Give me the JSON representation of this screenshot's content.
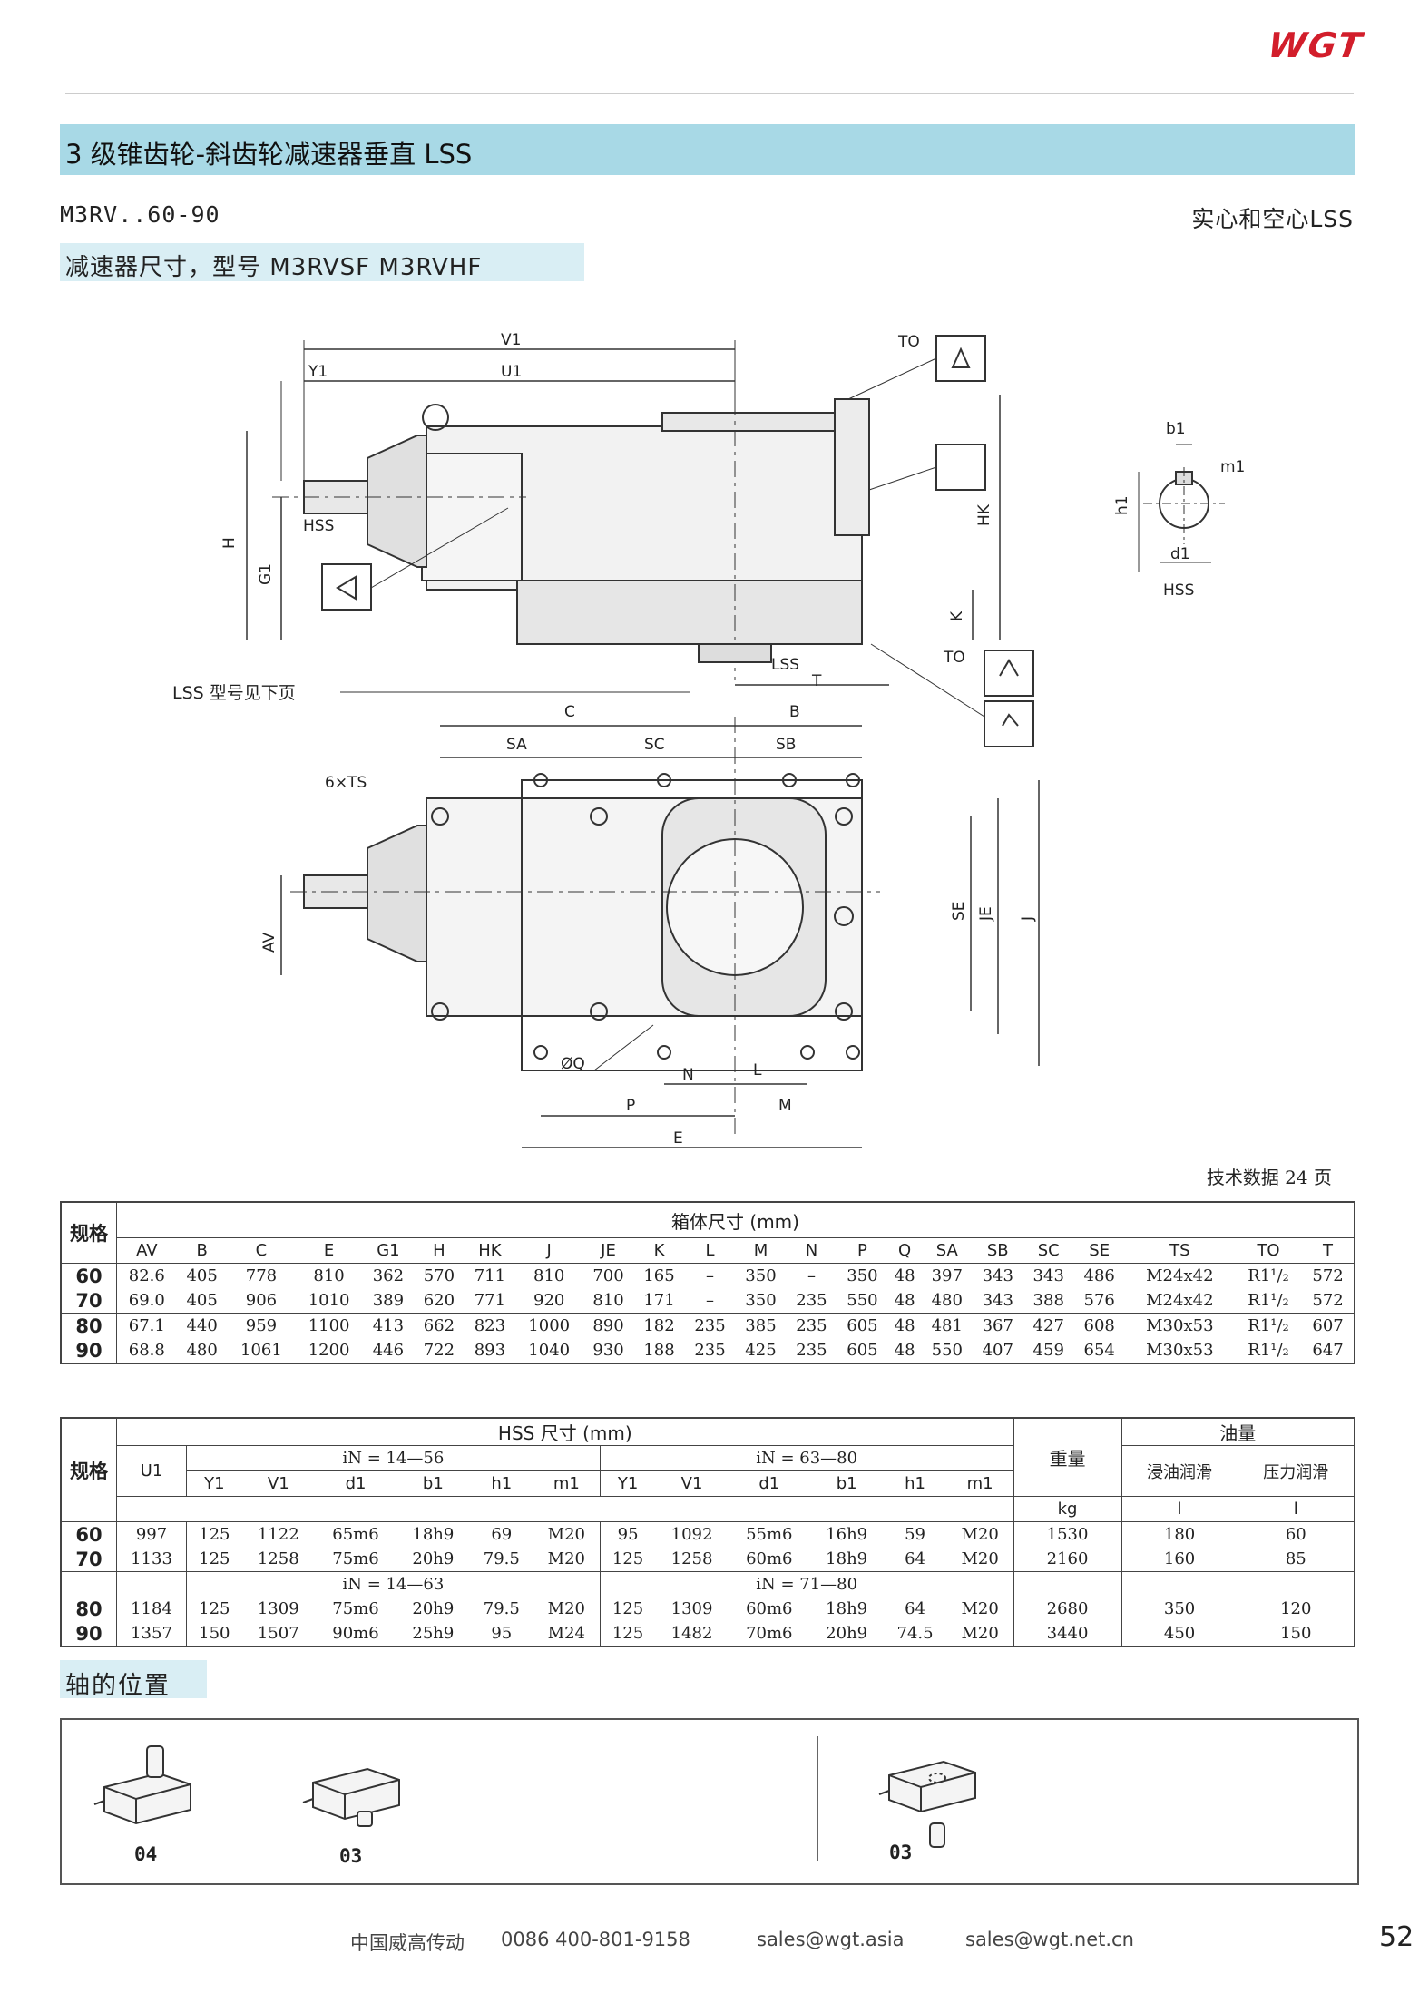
{
  "header": {
    "logo": "WGT",
    "title": "3 级锥齿轮-斜齿轮减速器垂直 LSS",
    "model_series": "M3RV..60-90",
    "shaft_type": "实心和空心LSS",
    "subtitle": "减速器尺寸，型号 M3RVSF  M3RVHF"
  },
  "drawing": {
    "labels": [
      "V1",
      "Y1",
      "U1",
      "TO",
      "H",
      "G1",
      "HSS",
      "HK",
      "K",
      "TO",
      "LSS",
      "T",
      "C",
      "B",
      "SA",
      "SC",
      "SB",
      "6×TS",
      "SE",
      "JE",
      "J",
      "AV",
      "ØQ",
      "N",
      "L",
      "P",
      "M",
      "E",
      "b1",
      "m1",
      "h1",
      "d1",
      "HSS"
    ],
    "note": "LSS 型号见下页"
  },
  "tech_ref": "技术数据 24 页",
  "table1": {
    "spec_header": "规格",
    "group_header": "箱体尺寸 (mm)",
    "columns": [
      "AV",
      "B",
      "C",
      "E",
      "G1",
      "H",
      "HK",
      "J",
      "JE",
      "K",
      "L",
      "M",
      "N",
      "P",
      "Q",
      "SA",
      "SB",
      "SC",
      "SE",
      "TS",
      "TO",
      "T"
    ],
    "rows": [
      {
        "spec": "60",
        "values": [
          "82.6",
          "405",
          "778",
          "810",
          "362",
          "570",
          "711",
          "810",
          "700",
          "165",
          "–",
          "350",
          "–",
          "350",
          "48",
          "397",
          "343",
          "343",
          "486",
          "M24x42",
          "R1¹/₂",
          "572"
        ]
      },
      {
        "spec": "70",
        "values": [
          "69.0",
          "405",
          "906",
          "1010",
          "389",
          "620",
          "771",
          "920",
          "810",
          "171",
          "–",
          "350",
          "235",
          "550",
          "48",
          "480",
          "343",
          "388",
          "576",
          "M24x42",
          "R1¹/₂",
          "572"
        ]
      },
      {
        "spec": "80",
        "values": [
          "67.1",
          "440",
          "959",
          "1100",
          "413",
          "662",
          "823",
          "1000",
          "890",
          "182",
          "235",
          "385",
          "235",
          "605",
          "48",
          "481",
          "367",
          "427",
          "608",
          "M30x53",
          "R1¹/₂",
          "607"
        ]
      },
      {
        "spec": "90",
        "values": [
          "68.8",
          "480",
          "1061",
          "1200",
          "446",
          "722",
          "893",
          "1040",
          "930",
          "188",
          "235",
          "425",
          "235",
          "605",
          "48",
          "550",
          "407",
          "459",
          "654",
          "M30x53",
          "R1¹/₂",
          "647"
        ]
      }
    ]
  },
  "table2": {
    "spec_header": "规格",
    "hss_header": "HSS 尺寸 (mm)",
    "weight_header": "重量",
    "weight_unit": "kg",
    "oil_header": "油量",
    "oil_sub": [
      "浸油润滑",
      "压力润滑"
    ],
    "oil_unit": [
      "l",
      "l"
    ],
    "ratio_a": "iN = 14—56",
    "ratio_b": "iN = 63—80",
    "ratio_c": "iN = 14—63",
    "ratio_d": "iN = 71—80",
    "u1": "U1",
    "cols_a": [
      "Y1",
      "V1",
      "d1",
      "b1",
      "h1",
      "m1"
    ],
    "cols_b": [
      "Y1",
      "V1",
      "d1",
      "b1",
      "h1",
      "m1"
    ],
    "rows": [
      {
        "spec": "60",
        "u1": "997",
        "a": [
          "125",
          "1122",
          "65m6",
          "18h9",
          "69",
          "M20"
        ],
        "b": [
          "95",
          "1092",
          "55m6",
          "16h9",
          "59",
          "M20"
        ],
        "weight": "1530",
        "oil1": "180",
        "oil2": "60"
      },
      {
        "spec": "70",
        "u1": "1133",
        "a": [
          "125",
          "1258",
          "75m6",
          "20h9",
          "79.5",
          "M20"
        ],
        "b": [
          "125",
          "1258",
          "60m6",
          "18h9",
          "64",
          "M20"
        ],
        "weight": "2160",
        "oil1": "160",
        "oil2": "85"
      },
      {
        "spec": "80",
        "u1": "1184",
        "a": [
          "125",
          "1309",
          "75m6",
          "20h9",
          "79.5",
          "M20"
        ],
        "b": [
          "125",
          "1309",
          "60m6",
          "18h9",
          "64",
          "M20"
        ],
        "weight": "2680",
        "oil1": "350",
        "oil2": "120"
      },
      {
        "spec": "90",
        "u1": "1357",
        "a": [
          "150",
          "1507",
          "90m6",
          "25h9",
          "95",
          "M24"
        ],
        "b": [
          "125",
          "1482",
          "70m6",
          "20h9",
          "74.5",
          "M20"
        ],
        "weight": "3440",
        "oil1": "450",
        "oil2": "150"
      }
    ]
  },
  "axis": {
    "title": "轴的位置",
    "positions": [
      "04",
      "03",
      "03"
    ]
  },
  "footer": {
    "company": "中国威高传动",
    "phone": "0086  400-801-9158",
    "email1": "sales@wgt.asia",
    "email2": "sales@wgt.net.cn",
    "page": "52"
  }
}
